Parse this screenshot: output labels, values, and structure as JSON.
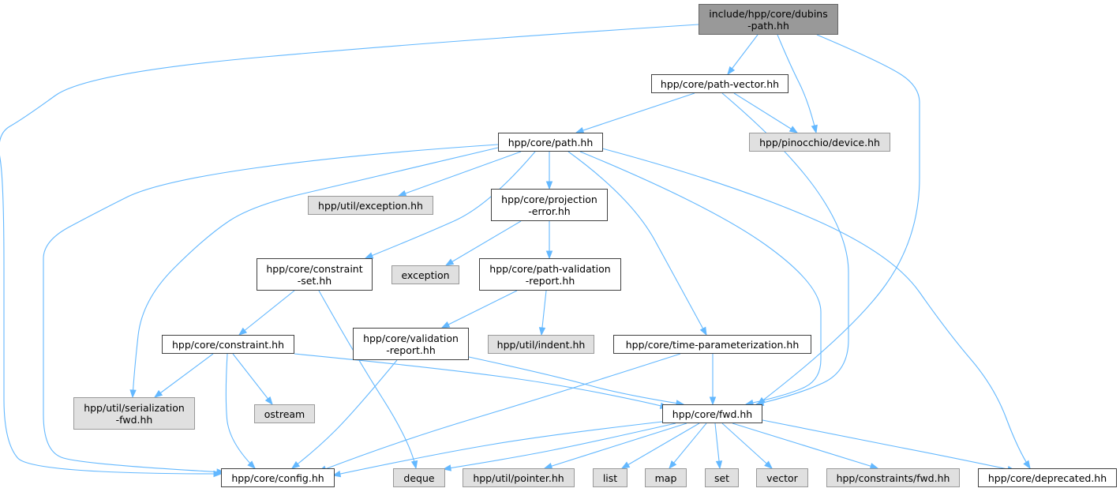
{
  "colors": {
    "edge": "#63b8ff",
    "root_fill": "#999999",
    "external_fill": "#e0e0e0",
    "node_border": "#404040"
  },
  "nodes": {
    "dubins": {
      "lines": [
        "include/hpp/core/dubins",
        "-path.hh"
      ],
      "kind": "root"
    },
    "path_vector": {
      "lines": [
        "hpp/core/path-vector.hh"
      ],
      "kind": "file"
    },
    "path": {
      "lines": [
        "hpp/core/path.hh"
      ],
      "kind": "file"
    },
    "pinocchio_device": {
      "lines": [
        "hpp/pinocchio/device.hh"
      ],
      "kind": "external"
    },
    "util_exception": {
      "lines": [
        "hpp/util/exception.hh"
      ],
      "kind": "external"
    },
    "projection_error": {
      "lines": [
        "hpp/core/projection",
        "-error.hh"
      ],
      "kind": "file"
    },
    "constraint_set": {
      "lines": [
        "hpp/core/constraint",
        "-set.hh"
      ],
      "kind": "file"
    },
    "exception": {
      "lines": [
        "exception"
      ],
      "kind": "external"
    },
    "path_validation_report": {
      "lines": [
        "hpp/core/path-validation",
        "-report.hh"
      ],
      "kind": "file"
    },
    "constraint": {
      "lines": [
        "hpp/core/constraint.hh"
      ],
      "kind": "file"
    },
    "validation_report": {
      "lines": [
        "hpp/core/validation",
        "-report.hh"
      ],
      "kind": "file"
    },
    "util_indent": {
      "lines": [
        "hpp/util/indent.hh"
      ],
      "kind": "external"
    },
    "time_param": {
      "lines": [
        "hpp/core/time-parameterization.hh"
      ],
      "kind": "file"
    },
    "serialization_fwd": {
      "lines": [
        "hpp/util/serialization",
        "-fwd.hh"
      ],
      "kind": "external"
    },
    "ostream": {
      "lines": [
        "ostream"
      ],
      "kind": "external"
    },
    "fwd": {
      "lines": [
        "hpp/core/fwd.hh"
      ],
      "kind": "file"
    },
    "config": {
      "lines": [
        "hpp/core/config.hh"
      ],
      "kind": "file"
    },
    "deque": {
      "lines": [
        "deque"
      ],
      "kind": "external"
    },
    "util_pointer": {
      "lines": [
        "hpp/util/pointer.hh"
      ],
      "kind": "external"
    },
    "list": {
      "lines": [
        "list"
      ],
      "kind": "external"
    },
    "map": {
      "lines": [
        "map"
      ],
      "kind": "external"
    },
    "set": {
      "lines": [
        "set"
      ],
      "kind": "external"
    },
    "vector": {
      "lines": [
        "vector"
      ],
      "kind": "external"
    },
    "constraints_fwd": {
      "lines": [
        "hpp/constraints/fwd.hh"
      ],
      "kind": "external"
    },
    "deprecated": {
      "lines": [
        "hpp/core/deprecated.hh"
      ],
      "kind": "file"
    }
  },
  "edges": [
    [
      "dubins",
      "path_vector"
    ],
    [
      "dubins",
      "pinocchio_device"
    ],
    [
      "dubins",
      "fwd"
    ],
    [
      "dubins",
      "config"
    ],
    [
      "path_vector",
      "path"
    ],
    [
      "path_vector",
      "pinocchio_device"
    ],
    [
      "path_vector",
      "fwd"
    ],
    [
      "path",
      "util_exception"
    ],
    [
      "path",
      "projection_error"
    ],
    [
      "path",
      "constraint_set"
    ],
    [
      "path",
      "time_param"
    ],
    [
      "path",
      "fwd"
    ],
    [
      "path",
      "deprecated"
    ],
    [
      "path",
      "config"
    ],
    [
      "path",
      "serialization_fwd"
    ],
    [
      "projection_error",
      "exception"
    ],
    [
      "projection_error",
      "path_validation_report"
    ],
    [
      "constraint_set",
      "constraint"
    ],
    [
      "constraint_set",
      "deque"
    ],
    [
      "path_validation_report",
      "validation_report"
    ],
    [
      "path_validation_report",
      "util_indent"
    ],
    [
      "constraint",
      "serialization_fwd"
    ],
    [
      "constraint",
      "ostream"
    ],
    [
      "constraint",
      "config"
    ],
    [
      "constraint",
      "fwd"
    ],
    [
      "validation_report",
      "fwd"
    ],
    [
      "validation_report",
      "config"
    ],
    [
      "time_param",
      "fwd"
    ],
    [
      "time_param",
      "config"
    ],
    [
      "fwd",
      "config"
    ],
    [
      "fwd",
      "deque"
    ],
    [
      "fwd",
      "util_pointer"
    ],
    [
      "fwd",
      "list"
    ],
    [
      "fwd",
      "map"
    ],
    [
      "fwd",
      "set"
    ],
    [
      "fwd",
      "vector"
    ],
    [
      "fwd",
      "constraints_fwd"
    ],
    [
      "fwd",
      "deprecated"
    ]
  ]
}
